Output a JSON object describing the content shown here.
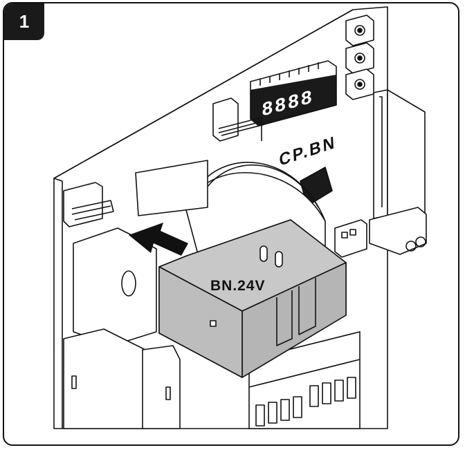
{
  "step": {
    "number": "1"
  },
  "board": {
    "label": "CP.BN",
    "display_digits": "8888"
  },
  "module": {
    "label": "BN.24V"
  },
  "colors": {
    "module_fill": "#c8c8c8",
    "module_side": "#a9a9a9",
    "line": "#111111",
    "arrow": "#111111"
  }
}
